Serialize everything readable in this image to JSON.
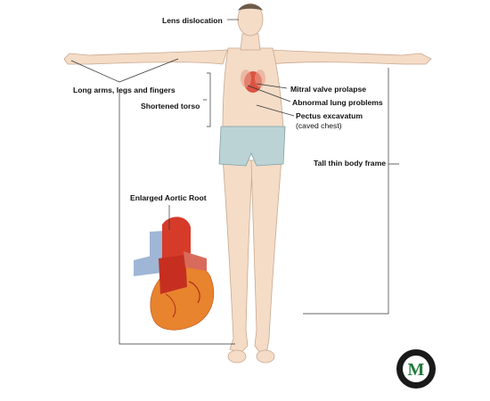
{
  "labels": {
    "lens": "Lens dislocation",
    "long_limbs": "Long arms, legs and fingers",
    "shortened_torso": "Shortened torso",
    "mitral": "Mitral valve prolapse",
    "lung": "Abnormal lung problems",
    "pectus": "Pectus excavatum",
    "pectus_sub": "(caved chest)",
    "tall_thin": "Tall thin body frame",
    "aortic": "Enlarged Aortic Root"
  },
  "colors": {
    "skin": "#f4dcc7",
    "skin_outline": "#c9a88e",
    "shorts": "#bcd3d6",
    "heart_red": "#d63b2a",
    "heart_orange": "#e8832e",
    "vessel_blue": "#9fb6d6",
    "logo_green": "#1f7a3a",
    "line": "#333333"
  },
  "logo": {
    "letter": "M"
  }
}
